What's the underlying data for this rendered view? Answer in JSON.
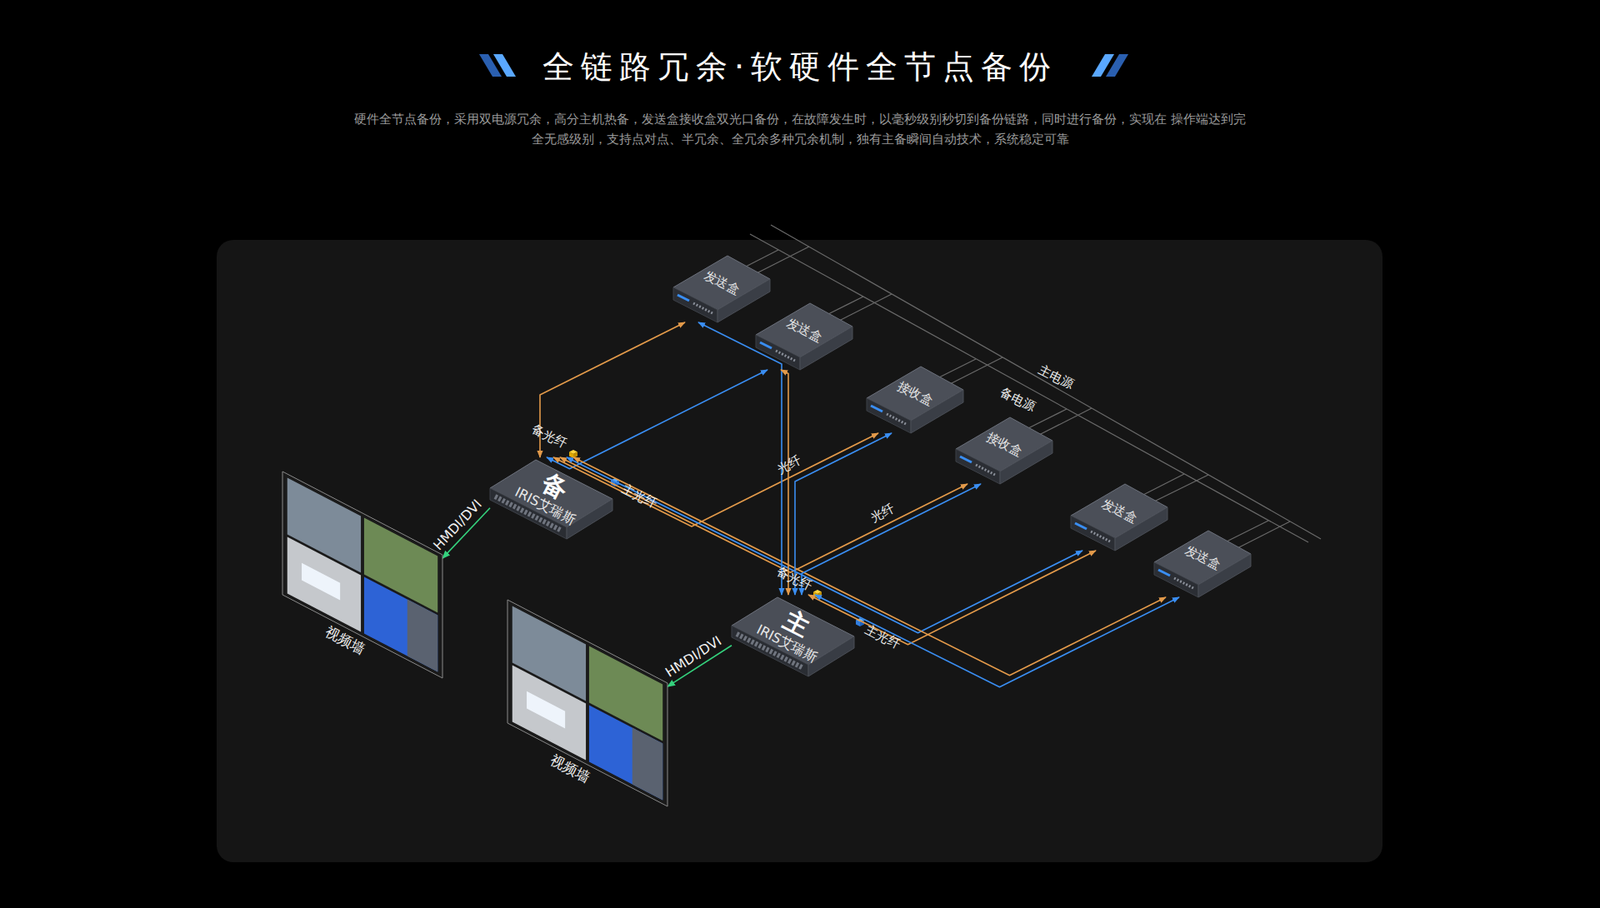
{
  "diagram": {
    "title": "全链路冗余·软硬件全节点备份",
    "caption": "硬件全节点备份，采用双电源冗余，高分主机热备，发送盒接收盒双光口备份，在故障发生时，以毫秒级别秒切到备份链路，同时进行备份，实现在 操作端达到完全无感级别，支持点对点、半冗余、全冗余多种冗余机制，独有主备瞬间自动技术，系统稳定可靠",
    "nodes": [
      {
        "text": [
          "发送盒"
        ]
      },
      {
        "text": [
          "发送盒"
        ]
      },
      {
        "text": [
          "接收盒"
        ]
      },
      {
        "text": [
          "接收盒"
        ]
      },
      {
        "text": [
          "备",
          "IRIS艾瑞斯"
        ]
      },
      {
        "text": [
          "视频墙"
        ]
      },
      {
        "text": [
          "发送盒"
        ]
      },
      {
        "text": [
          "发送盒"
        ]
      },
      {
        "text": [
          "主",
          "IRIS艾瑞斯"
        ]
      },
      {
        "text": [
          "视频墙"
        ]
      }
    ],
    "edges": [
      {
        "from": 4,
        "to": 0,
        "arrow": "both"
      },
      {
        "from": 4,
        "to": 1,
        "arrow": "both"
      },
      {
        "from": 4,
        "to": 2,
        "label": "光纤",
        "arrow": "both"
      },
      {
        "from": 4,
        "to": 3,
        "label": "光纤",
        "arrow": "both"
      },
      {
        "from": 4,
        "to": 6,
        "arrow": "both"
      },
      {
        "from": 4,
        "to": 7,
        "arrow": "both"
      },
      {
        "from": 8,
        "to": 0,
        "arrow": "both"
      },
      {
        "from": 8,
        "to": 1,
        "arrow": "both"
      },
      {
        "from": 8,
        "to": 2,
        "arrow": "both"
      },
      {
        "from": 8,
        "to": 3,
        "arrow": "both"
      },
      {
        "from": 8,
        "to": 6,
        "arrow": "both"
      },
      {
        "from": 8,
        "to": 7,
        "arrow": "both"
      },
      {
        "from": 4,
        "to": 5,
        "label": "HMDI/DVI",
        "arrow": "to"
      },
      {
        "from": 8,
        "to": 9,
        "label": "HMDI/DVI",
        "arrow": "to"
      }
    ],
    "labels": [
      "主电源",
      "备电源",
      "备光纤",
      "主光纤",
      "备光纤",
      "主光纤"
    ]
  }
}
